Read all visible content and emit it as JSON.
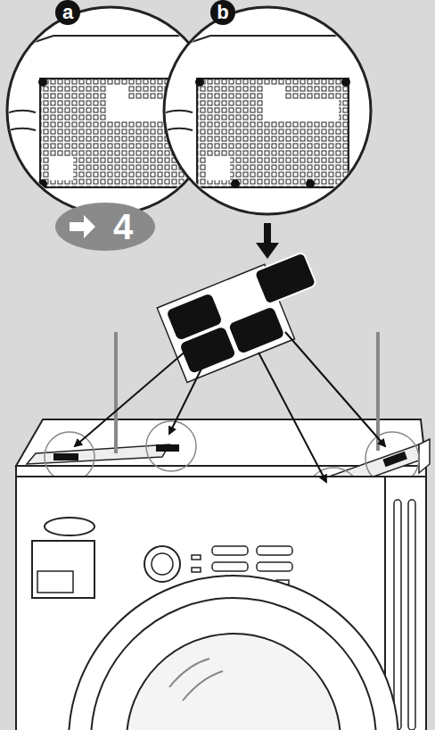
{
  "diagram": {
    "nodes": [
      {
        "text": [
          "a"
        ]
      },
      {
        "text": [
          "b"
        ]
      },
      {
        "text": [
          "4"
        ]
      }
    ]
  }
}
